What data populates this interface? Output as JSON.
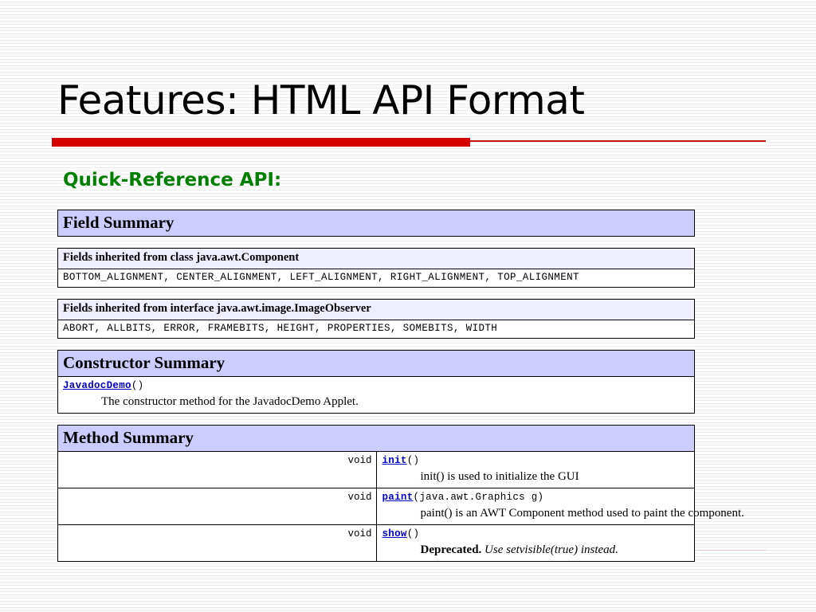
{
  "slide": {
    "title": "Features: HTML API Format",
    "subheading": "Quick-Reference API:",
    "accent_red": "#d40000",
    "accent_green": "#008000",
    "banner_color": "#ccccff",
    "subbanner_color": "#eeeeff",
    "link_color": "#0000cc"
  },
  "javadoc": {
    "field_summary": {
      "banner": "Field Summary",
      "inherited": [
        {
          "heading": "Fields inherited from class java.awt.Component",
          "members": "BOTTOM_ALIGNMENT, CENTER_ALIGNMENT, LEFT_ALIGNMENT, RIGHT_ALIGNMENT, TOP_ALIGNMENT"
        },
        {
          "heading": "Fields inherited from interface java.awt.image.ImageObserver",
          "members": "ABORT, ALLBITS, ERROR, FRAMEBITS, HEIGHT, PROPERTIES, SOMEBITS, WIDTH"
        }
      ]
    },
    "constructor_summary": {
      "banner": "Constructor Summary",
      "rows": [
        {
          "name": "JavadocDemo",
          "params": "()",
          "description": "The constructor method for the JavadocDemo Applet."
        }
      ]
    },
    "method_summary": {
      "banner": "Method Summary",
      "rows": [
        {
          "return_type": "void",
          "name": "init",
          "params": "()",
          "description": "init() is used to initialize the GUI"
        },
        {
          "return_type": "void",
          "name": "paint",
          "params": "(java.awt.Graphics g)",
          "description": "paint() is an AWT Component method used to paint the component."
        },
        {
          "return_type": "void",
          "name": "show",
          "params": "()",
          "deprecated_label": "Deprecated.",
          "deprecated_text": "Use setvisible(true) instead."
        }
      ]
    }
  }
}
